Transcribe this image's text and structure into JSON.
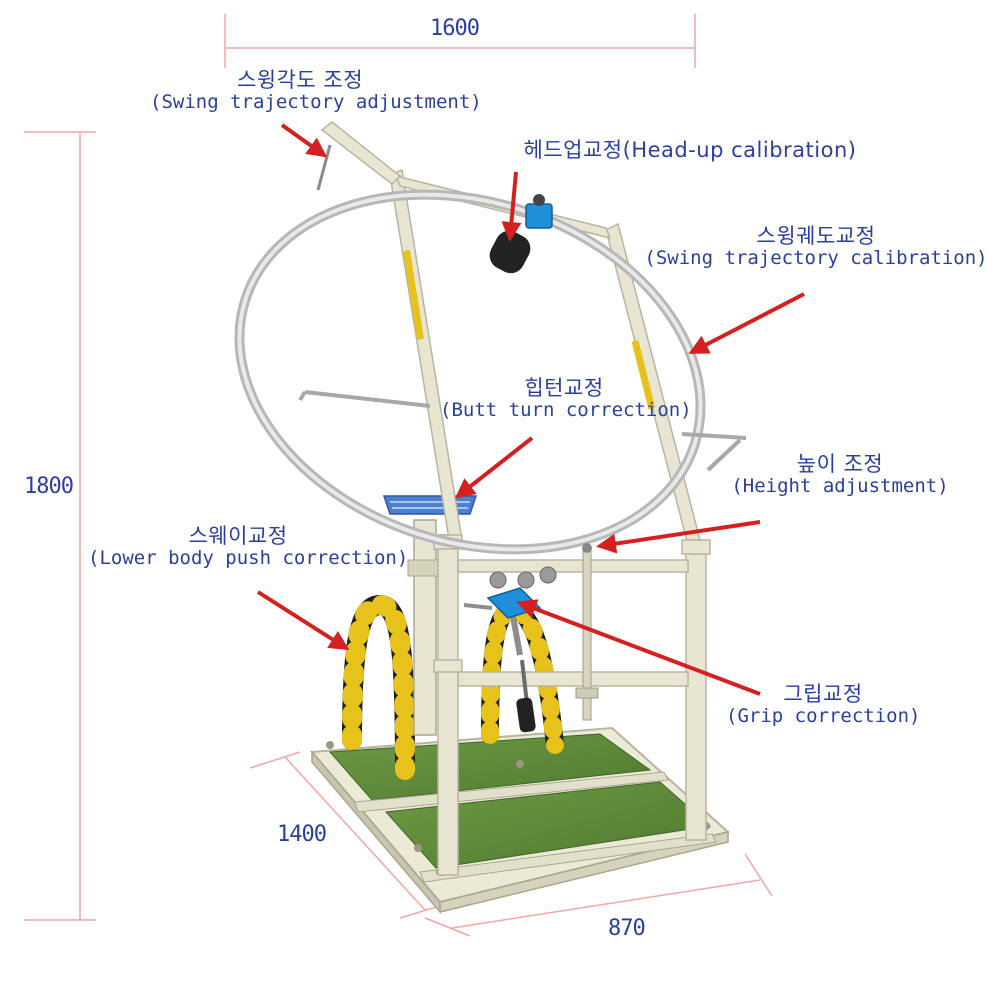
{
  "dimensions": {
    "width_top": "1600",
    "height_left": "1800",
    "depth_bottom_left": "1400",
    "width_bottom": "870"
  },
  "callouts": {
    "swing_angle": {
      "ko": "스윙각도 조정",
      "en": "(Swing trajectory adjustment)"
    },
    "head_up": {
      "ko": "헤드업교정(Head-up calibration)"
    },
    "swing_trajectory": {
      "ko": "스윙궤도교정",
      "en": "(Swing trajectory calibration)"
    },
    "butt_turn": {
      "ko": "힙턴교정",
      "en": "(Butt turn correction)"
    },
    "height": {
      "ko": "높이 조정",
      "en": "(Height adjustment)"
    },
    "sway": {
      "ko": "스웨이교정",
      "en": "(Lower body push correction)"
    },
    "grip": {
      "ko": "그립교정",
      "en": "(Grip correction)"
    }
  },
  "colors": {
    "label_text": "#2a3fa0",
    "arrow": "#d42020",
    "dimension_line": "#f2a6a6",
    "frame": "#e8e6d2",
    "turf": "#5f8a3a",
    "accent_blue": "#1e8fd8",
    "hose_black": "#1f1f1f",
    "hose_yellow": "#e7c21a"
  }
}
